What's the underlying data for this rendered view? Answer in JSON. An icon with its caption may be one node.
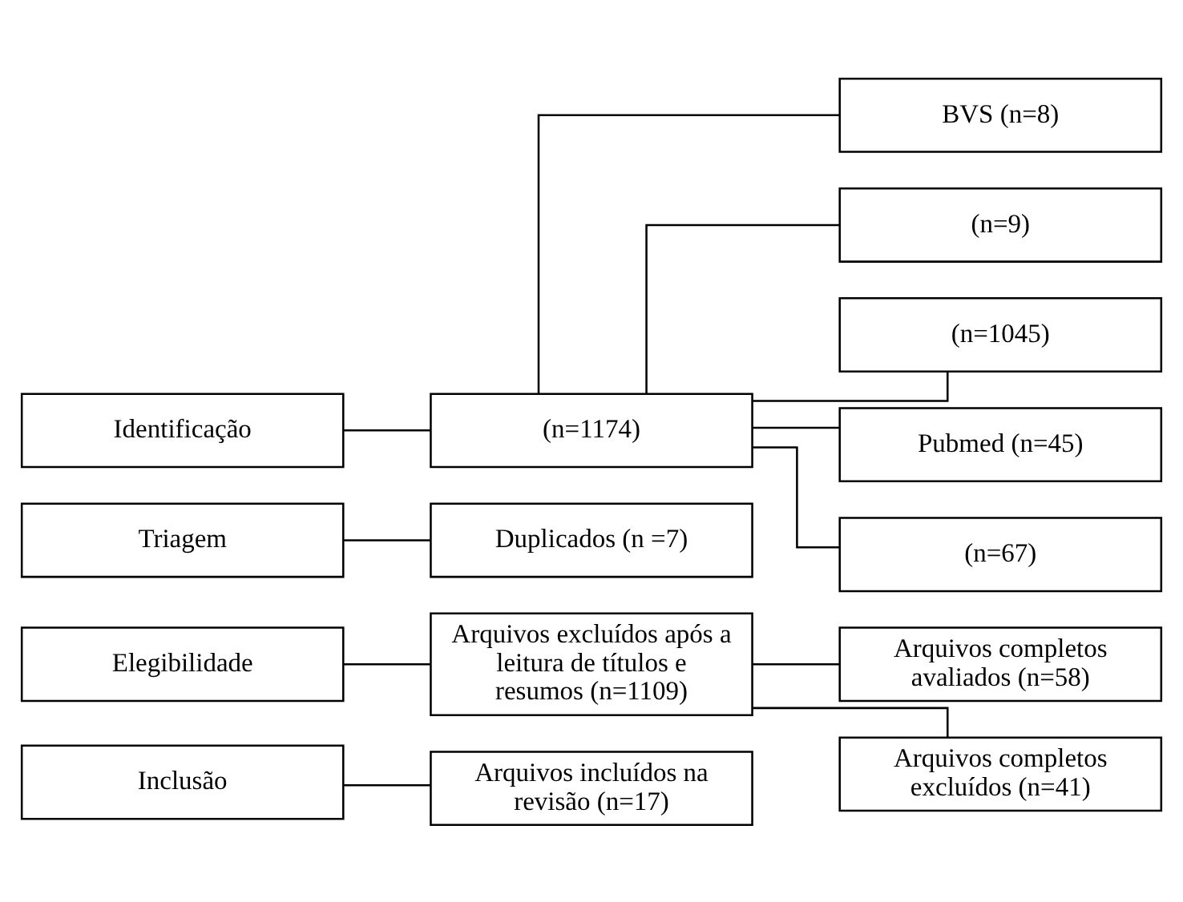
{
  "diagram": {
    "nodes": [
      {
        "text": [
          "Identificação"
        ]
      },
      {
        "text": [
          "(n=1174)"
        ]
      },
      {
        "text": [
          "BVS (n=8)"
        ]
      },
      {
        "text": [
          "(n=9)"
        ]
      },
      {
        "text": [
          "(n=1045)"
        ]
      },
      {
        "text": [
          "Pubmed (n=45)"
        ]
      },
      {
        "text": [
          "(n=67)"
        ]
      },
      {
        "text": [
          "Triagem"
        ]
      },
      {
        "text": [
          "Duplicados (n =7)"
        ]
      },
      {
        "text": [
          "Elegibilidade"
        ]
      },
      {
        "text": [
          "Arquivos excluídos após a leitura de títulos e resumos (n=1109)"
        ]
      },
      {
        "text": [
          "Arquivos completos avaliados (n=58)"
        ]
      },
      {
        "text": [
          "Arquivos completos excluídos (n=41)"
        ]
      },
      {
        "text": [
          "Inclusão"
        ]
      },
      {
        "text": [
          "Arquivos incluídos na revisão (n=17)"
        ]
      }
    ],
    "edges": [
      {
        "from": 0,
        "to": 1,
        "arrow": "none"
      },
      {
        "from": 1,
        "to": 2,
        "arrow": "none"
      },
      {
        "from": 1,
        "to": 3,
        "arrow": "none"
      },
      {
        "from": 1,
        "to": 4,
        "arrow": "none"
      },
      {
        "from": 1,
        "to": 5,
        "arrow": "none"
      },
      {
        "from": 1,
        "to": 6,
        "arrow": "none"
      },
      {
        "from": 7,
        "to": 8,
        "arrow": "none"
      },
      {
        "from": 9,
        "to": 10,
        "arrow": "none"
      },
      {
        "from": 10,
        "to": 11,
        "arrow": "none"
      },
      {
        "from": 10,
        "to": 12,
        "arrow": "none"
      },
      {
        "from": 13,
        "to": 14,
        "arrow": "none"
      }
    ]
  }
}
